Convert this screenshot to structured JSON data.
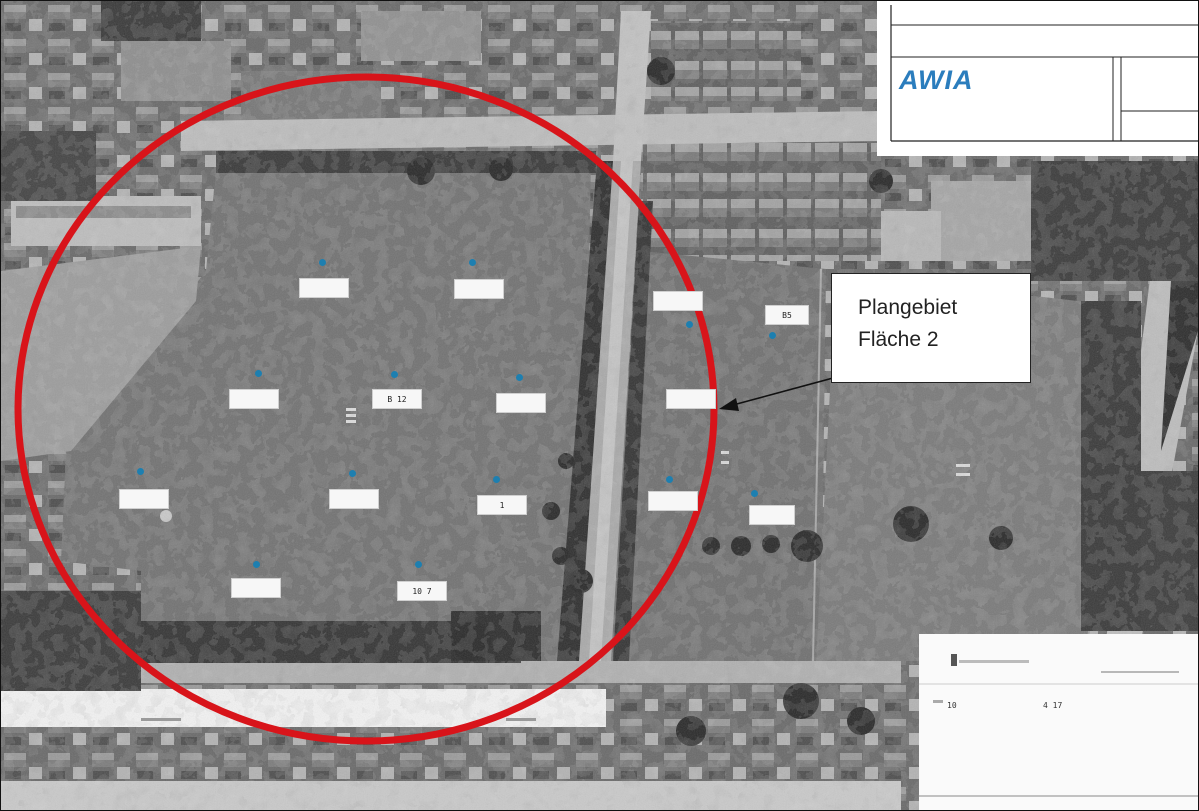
{
  "callout": {
    "line1": "Plangebiet",
    "line2": "Fläche 2"
  },
  "title_block": {
    "logo": "AWIA"
  },
  "survey_markers": [
    {
      "id": "m1",
      "label": ""
    },
    {
      "id": "m2",
      "label": ""
    },
    {
      "id": "m3",
      "label": ""
    },
    {
      "id": "m4",
      "label": "B 12"
    },
    {
      "id": "m5",
      "label": ""
    },
    {
      "id": "m6",
      "label": ""
    },
    {
      "id": "m7",
      "label": ""
    },
    {
      "id": "m8",
      "label": "1"
    },
    {
      "id": "m9",
      "label": ""
    },
    {
      "id": "m10",
      "label": "10 7"
    },
    {
      "id": "m11",
      "label": ""
    },
    {
      "id": "m12",
      "label": "B5"
    },
    {
      "id": "m13",
      "label": ""
    },
    {
      "id": "m14",
      "label": ""
    },
    {
      "id": "m15",
      "label": ""
    }
  ],
  "legend_block": {
    "row_label": "10",
    "row_value": "4 17"
  },
  "colors": {
    "highlight_circle": "#d8141a",
    "marker_dot": "#1d7fb0",
    "logo": "#2b7dbd"
  }
}
